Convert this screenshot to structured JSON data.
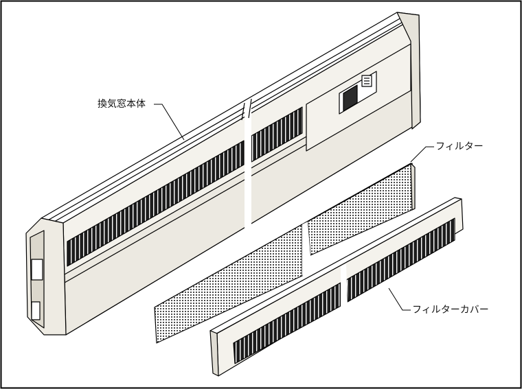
{
  "labels": {
    "main_unit": "換気窓本体",
    "filter": "フィルター",
    "filter_cover": "フィルターカバー"
  },
  "colors": {
    "line": "#000000",
    "body_fill": "#f7f5ef",
    "face_fill": "#efece4",
    "top_fill": "#ffffff",
    "mesh_fill": "#d9d9d9",
    "slot_fill": "#2a2a2a"
  }
}
